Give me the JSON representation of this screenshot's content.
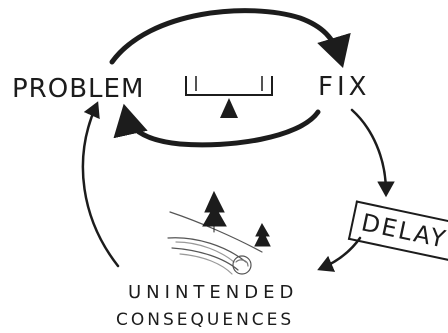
{
  "labels": {
    "problem": "PROBLEM",
    "fix": "FIX",
    "delay": "DELAY",
    "unintended": "UNINTENDED",
    "consequences": "CONSEQUENCES"
  },
  "icons": {
    "balance": "balance-scale-icon",
    "snowball": "snowball-hill-icon"
  },
  "colors": {
    "ink": "#1c1c1c",
    "background": "#ffffff"
  }
}
